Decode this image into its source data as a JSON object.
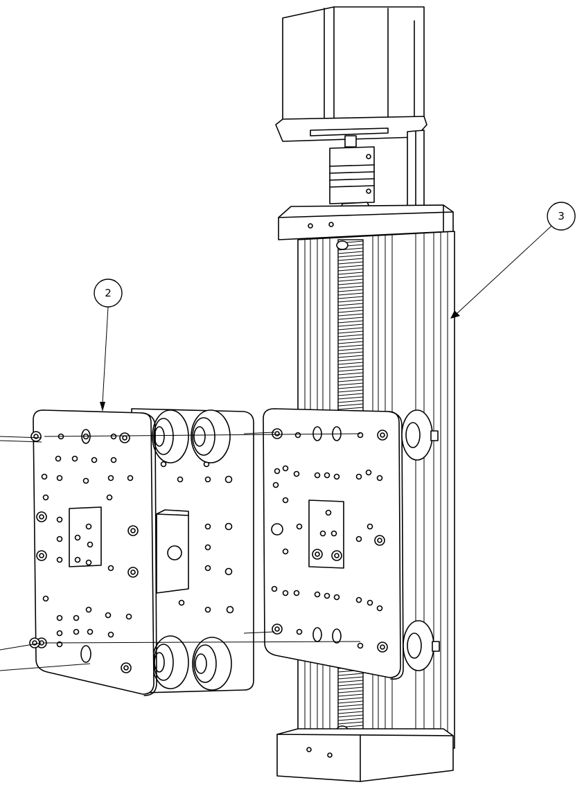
{
  "callouts": [
    {
      "id": "callout-2",
      "label": "2"
    },
    {
      "id": "callout-3",
      "label": "3"
    }
  ],
  "colors": {
    "line": "#000000",
    "background": "#ffffff"
  }
}
